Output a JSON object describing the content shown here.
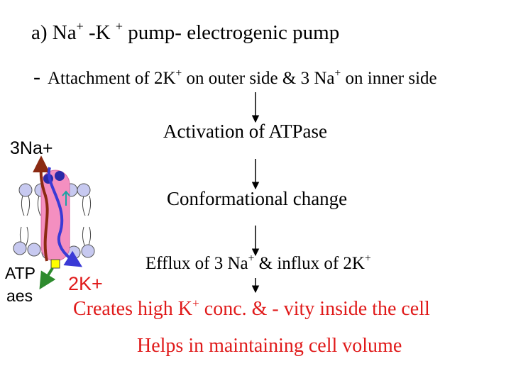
{
  "title": {
    "main": "a) Na",
    "sup1": "+",
    "mid": " -K ",
    "sup2": "+",
    "end": " pump- electrogenic pump"
  },
  "attachment": {
    "dash": "-",
    "part1": "Attachment of 2K",
    "sup1": "+",
    "part2": " on outer side & 3 Na",
    "sup2": "+",
    "part3": " on inner side"
  },
  "steps": {
    "activation": "Activation of ATPase",
    "conformational": "Conformational change",
    "efflux_part1": "Efflux of 3 Na",
    "efflux_sup1": "+",
    "efflux_part2": " & influx of 2K",
    "efflux_sup2": "+"
  },
  "diagram_labels": {
    "na": "3Na+",
    "atp": "ATP",
    "aes": "aes",
    "k": "2K+"
  },
  "results": {
    "line1_part1": "Creates  high K",
    "line1_sup": "+",
    "line1_part2": " conc. & - vity inside the cell",
    "line2": "Helps in maintaining cell volume"
  },
  "colors": {
    "result_text": "#e01a1a",
    "lipid_head": "#c7c9f0",
    "channel": "#f48fc0",
    "na_path": "#8b2a12",
    "k_path": "#3a3ad6",
    "atp_arrow": "#2e8b2e",
    "atp_box": "#ffff00"
  }
}
